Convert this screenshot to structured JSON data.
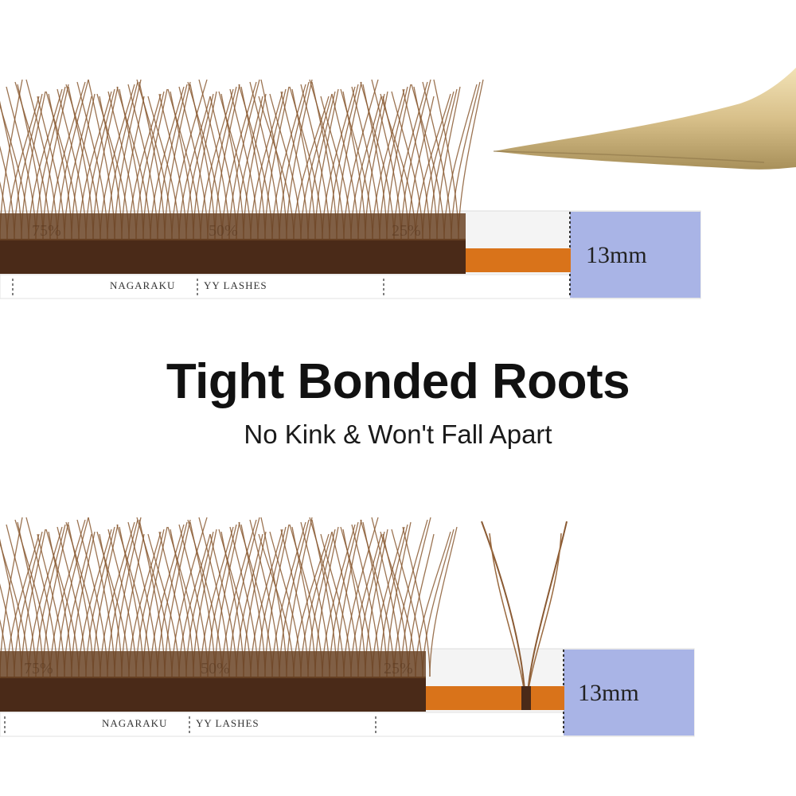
{
  "headline": {
    "title": "Tight Bonded Roots",
    "subtitle": "No Kink & Won't Fall Apart"
  },
  "top_strip": {
    "length_label": "13mm",
    "brand_label": "NAGARAKU",
    "product_label": "YY LASHES",
    "percent_labels": [
      "75%",
      "50%",
      "25%"
    ]
  },
  "bottom_strip": {
    "length_label": "13mm",
    "brand_label": "NAGARAKU",
    "product_label": "YY LASHES",
    "percent_labels": [
      "75%",
      "50%",
      "25%"
    ]
  },
  "colors": {
    "lash_brown": "#8a5a33",
    "root_brown": "#4a2a18",
    "glue_orange": "#d9731a",
    "label_blue": "#a9b4e6",
    "tweezer_gold": "#d8c08a"
  }
}
